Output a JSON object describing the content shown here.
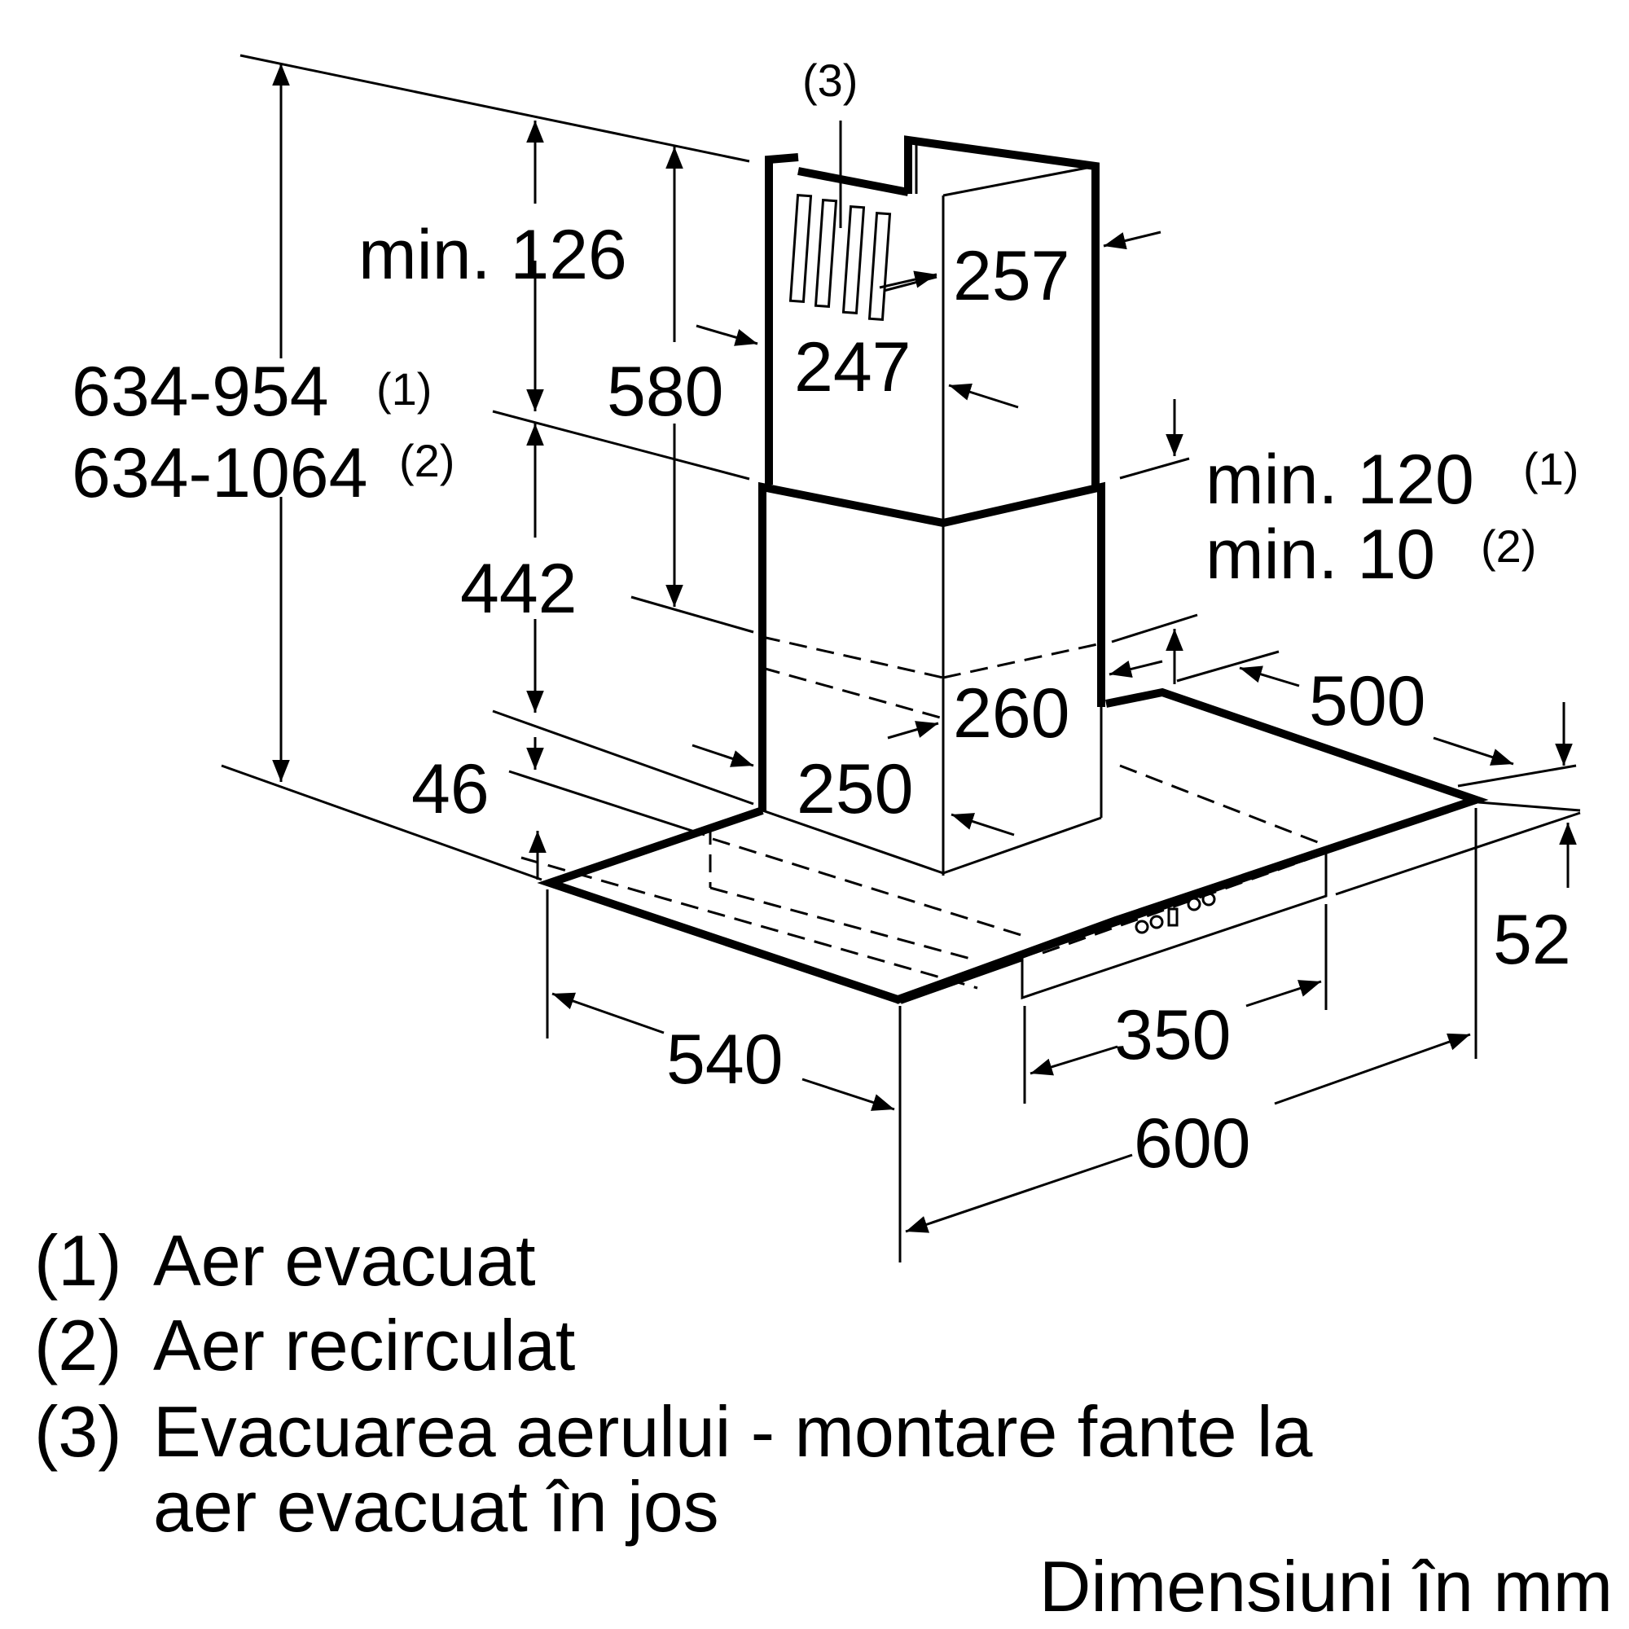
{
  "dimensions": {
    "min_126": "min. 126",
    "d_580": "580",
    "d_257": "257",
    "d_247": "247",
    "total_1": "634-954",
    "total_1_note": "(1)",
    "total_2": "634-1064",
    "total_2_note": "(2)",
    "min_120": "min. 120",
    "min_120_note": "(1)",
    "min_10": "min. 10",
    "min_10_note": "(2)",
    "d_442": "442",
    "d_500": "500",
    "d_260": "260",
    "d_46": "46",
    "d_250": "250",
    "d_52": "52",
    "d_350": "350",
    "d_540": "540",
    "d_600": "600",
    "callout_3": "(3)"
  },
  "legend": {
    "item1_num": "(1)",
    "item1_text": "Aer evacuat",
    "item2_num": "(2)",
    "item2_text": "Aer recirculat",
    "item3_num": "(3)",
    "item3_text_line1": "Evacuarea aerului - montare fante la",
    "item3_text_line2": "aer evacuat în jos"
  },
  "units_note": "Dimensiuni în mm"
}
